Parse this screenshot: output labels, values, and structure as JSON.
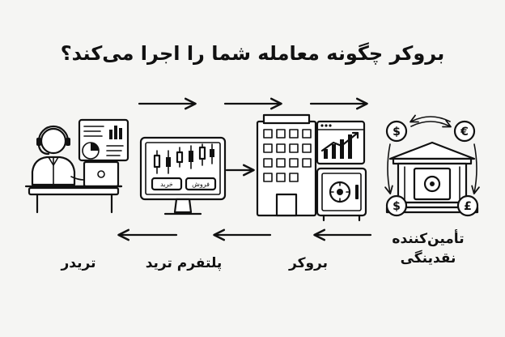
{
  "title": "بروکر چگونه معامله شما را اجرا می‌کند؟",
  "nodes": [
    {
      "id": "trader",
      "label": "تریدر"
    },
    {
      "id": "platform",
      "label": "پلتفرم ترید",
      "buy_label": "خرید",
      "sell_label": "فروش"
    },
    {
      "id": "broker",
      "label": "بروکر"
    },
    {
      "id": "liquidity",
      "label_line1": "تأمین‌کننده",
      "label_line2": "نقدینگی",
      "currencies": [
        "$",
        "€",
        "$",
        "£"
      ]
    }
  ],
  "flows": {
    "top_direction": "right",
    "bottom_direction": "left"
  }
}
